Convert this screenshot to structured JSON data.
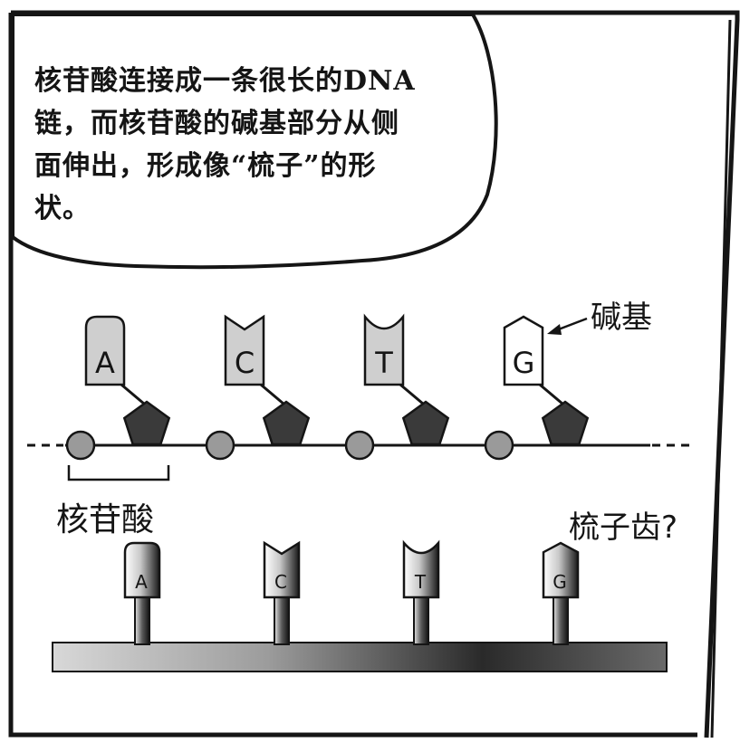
{
  "bubble": {
    "lines": [
      "核苷酸连接成一条很长的DNA",
      "链，而核苷酸的碱基部分从侧",
      "面伸出，形成像“梳子”的形",
      "状。"
    ]
  },
  "labels": {
    "base": "碱基",
    "nucleotide": "核苷酸",
    "comb_teeth": "梳子齿?"
  },
  "top_strand": {
    "bases": [
      {
        "letter": "A",
        "shape": "round",
        "fill": "#cfcfcf"
      },
      {
        "letter": "C",
        "shape": "v-notch",
        "fill": "#cfcfcf"
      },
      {
        "letter": "T",
        "shape": "u-notch",
        "fill": "#cfcfcf"
      },
      {
        "letter": "G",
        "shape": "point",
        "fill": "#ffffff"
      }
    ]
  },
  "comb": {
    "teeth": [
      {
        "letter": "A",
        "shape": "round"
      },
      {
        "letter": "C",
        "shape": "v-notch"
      },
      {
        "letter": "T",
        "shape": "u-notch"
      },
      {
        "letter": "G",
        "shape": "point"
      }
    ]
  },
  "colors": {
    "ink": "#151515",
    "phosphate": "#9a9a9a",
    "sugar": "#3a3a3a",
    "base_grey": "#cfcfcf"
  }
}
